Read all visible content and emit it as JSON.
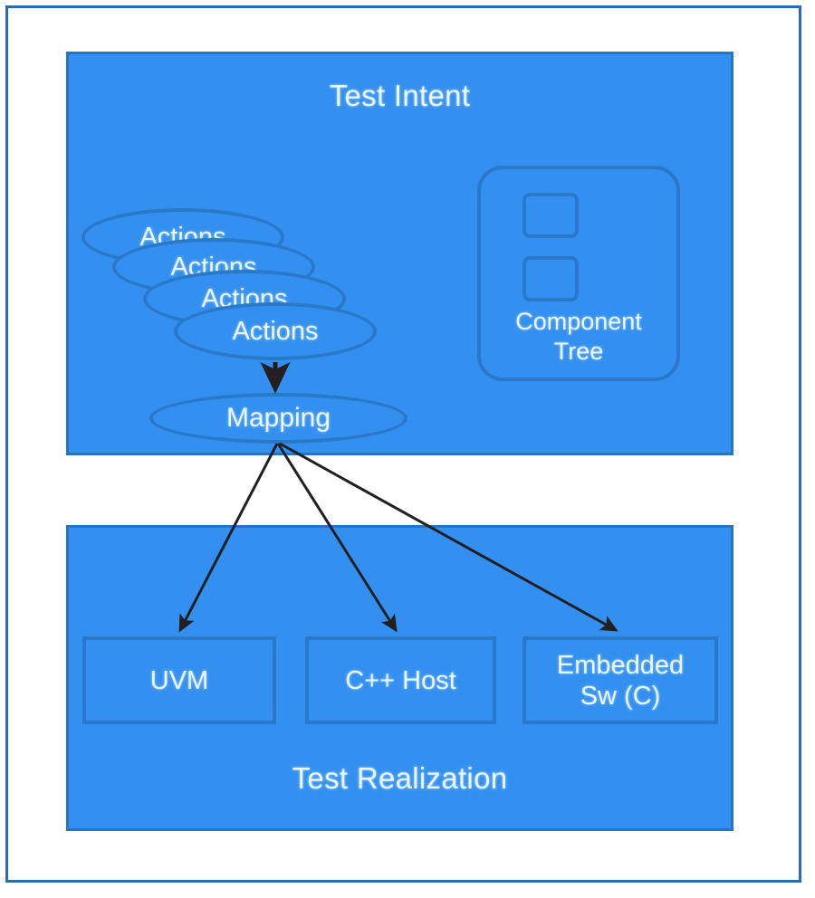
{
  "diagram": {
    "title_top": "Test Intent",
    "title_bottom": "Test Realization",
    "colors": {
      "panel_fill": "#3390f0",
      "panel_stroke": "#2874c4",
      "shape_stroke": "#2a79c9",
      "text": "#eaf7ff",
      "frame": "#2b6cb0",
      "arrow": "#231f20",
      "background": "#ffffff"
    },
    "test_intent": {
      "title": "Test Intent",
      "action_stack": {
        "label": "Actions",
        "count": 4,
        "items": [
          {
            "label": "Actions"
          },
          {
            "label": "Actions"
          },
          {
            "label": "Actions"
          },
          {
            "label": "Actions"
          }
        ]
      },
      "mapping": {
        "label": "Mapping"
      },
      "component_tree": {
        "label": "Component\nTree",
        "line1": "Component",
        "line2": "Tree",
        "nodes": 2
      }
    },
    "test_realization": {
      "title": "Test Realization",
      "targets": [
        {
          "label": "UVM",
          "line1": "UVM",
          "line2": ""
        },
        {
          "label": "C++ Host",
          "line1": "C++ Host",
          "line2": ""
        },
        {
          "label": "Embedded Sw (C)",
          "line1": "Embedded",
          "line2": "Sw (C)"
        }
      ]
    },
    "connectors": [
      {
        "from": "Actions",
        "to": "Mapping"
      },
      {
        "from": "Mapping",
        "to": "UVM"
      },
      {
        "from": "Mapping",
        "to": "C++ Host"
      },
      {
        "from": "Mapping",
        "to": "Embedded Sw (C)"
      }
    ]
  }
}
